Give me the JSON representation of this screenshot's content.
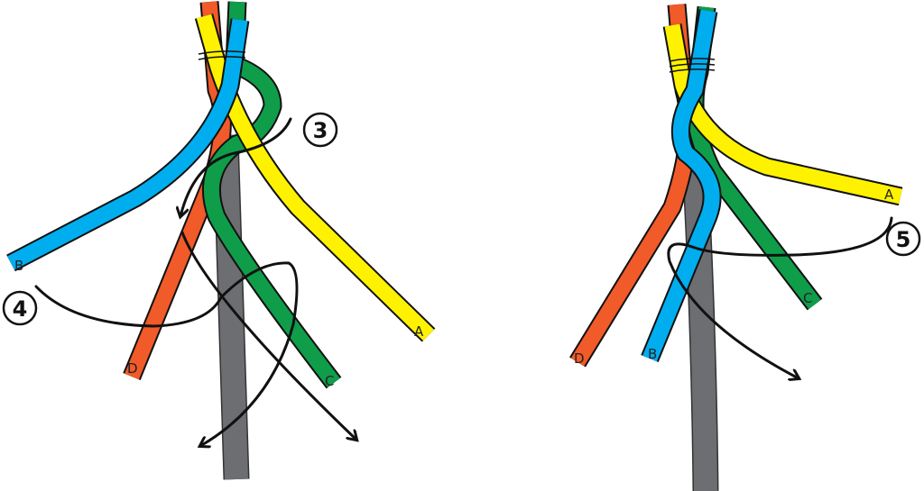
{
  "colors": {
    "pole": "#6d6e71",
    "strand_a": "#fff200",
    "strand_b": "#00aeef",
    "strand_c": "#0f9d4a",
    "strand_d": "#f15a29"
  },
  "left_panel": {
    "step_3": "3",
    "step_4": "4",
    "labels": {
      "a": "A",
      "b": "B",
      "c": "C",
      "d": "D"
    }
  },
  "right_panel": {
    "step_5": "5",
    "labels": {
      "a": "A",
      "b": "B",
      "c": "C",
      "d": "D"
    }
  }
}
